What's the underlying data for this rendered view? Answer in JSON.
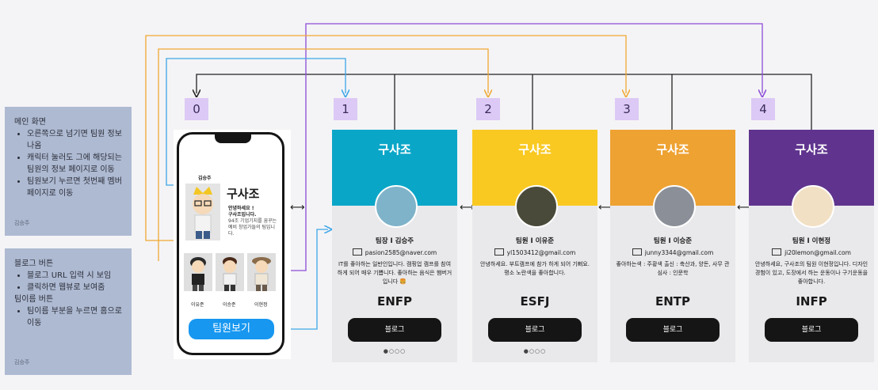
{
  "notes": [
    {
      "heading": "메인 화면",
      "items": [
        "오른쪽으로 넘기면 팀원 정보 나옴",
        "캐릭터 눌러도 그에 해당되는 팀원의 정보 페이지로 이동",
        "팀원보기 누르면 첫번째 멤버 페이지로 이동"
      ],
      "author": "김승주"
    },
    {
      "heading1": "블로그 버튼",
      "items1": [
        "블로그 URL 입력 시 보임",
        "클릭하면 웹뷰로 보여줌"
      ],
      "heading2": "팀이름 버튼",
      "items2": [
        "팀이름 부분을 누르면 홈으로 이동"
      ],
      "author": "김승주"
    }
  ],
  "numbers": [
    "0",
    "1",
    "2",
    "3",
    "4"
  ],
  "phone": {
    "top_name": "김승주",
    "team_title": "구사조",
    "greeting": "안녕하세요 !",
    "team_line": "구사조입니다.",
    "desc": "94조 기업기지를 꿈꾸는 예비 창업가들의 팀입니다.",
    "members": [
      "이유준",
      "이승준",
      "이현정"
    ],
    "button": "팀원보기"
  },
  "cards": [
    {
      "title": "구사조",
      "color": "#0aa6c8",
      "role": "팀장 I 김승주",
      "email": "pasion2585@naver.com",
      "intro": "IT를 좋아하는 일반인입니다. 캠핑업 캠프를 참여하게 되어 매우 기쁩니다. 좋아하는 음식은 햄버거입니다 🍔",
      "mbti": "ENFP",
      "blog": "블로그",
      "dots": "●○○○"
    },
    {
      "title": "구사조",
      "color": "#f9c921",
      "role": "팀원 I 이유준",
      "email": "yl1503412@gmail.com",
      "intro": "안녕하세요. 부트캠프에 참가 하게 되어 기뻐요. 평소 노란색을 좋아합니다.",
      "mbti": "ESFJ",
      "blog": "블로그",
      "dots": "●○○○"
    },
    {
      "title": "구사조",
      "color": "#eea232",
      "role": "팀원 I 이승준",
      "email": "junny3344@gmail.com",
      "intro": "좋아하는색 : 주황색 출신 : 축산과, 양돈, 사무 관심사 : 인문학",
      "mbti": "ENTP",
      "blog": "블로그",
      "dots": ""
    },
    {
      "title": "구사조",
      "color": "#60348e",
      "role": "팀원 I 이현정",
      "email": "ji20lemon@gmail.com",
      "intro": "안녕하세요, 구사조의 팀원 이현정입니다. 디자인 경험이 있고, 도장에서 하는 운동이나 구기운동을 좋아합니다.",
      "mbti": "INFP",
      "blog": "블로그",
      "dots": ""
    }
  ],
  "colors": {
    "purple": "#8d4bd6",
    "orange": "#f0a832",
    "blue": "#3da6e8",
    "black": "#222222"
  }
}
